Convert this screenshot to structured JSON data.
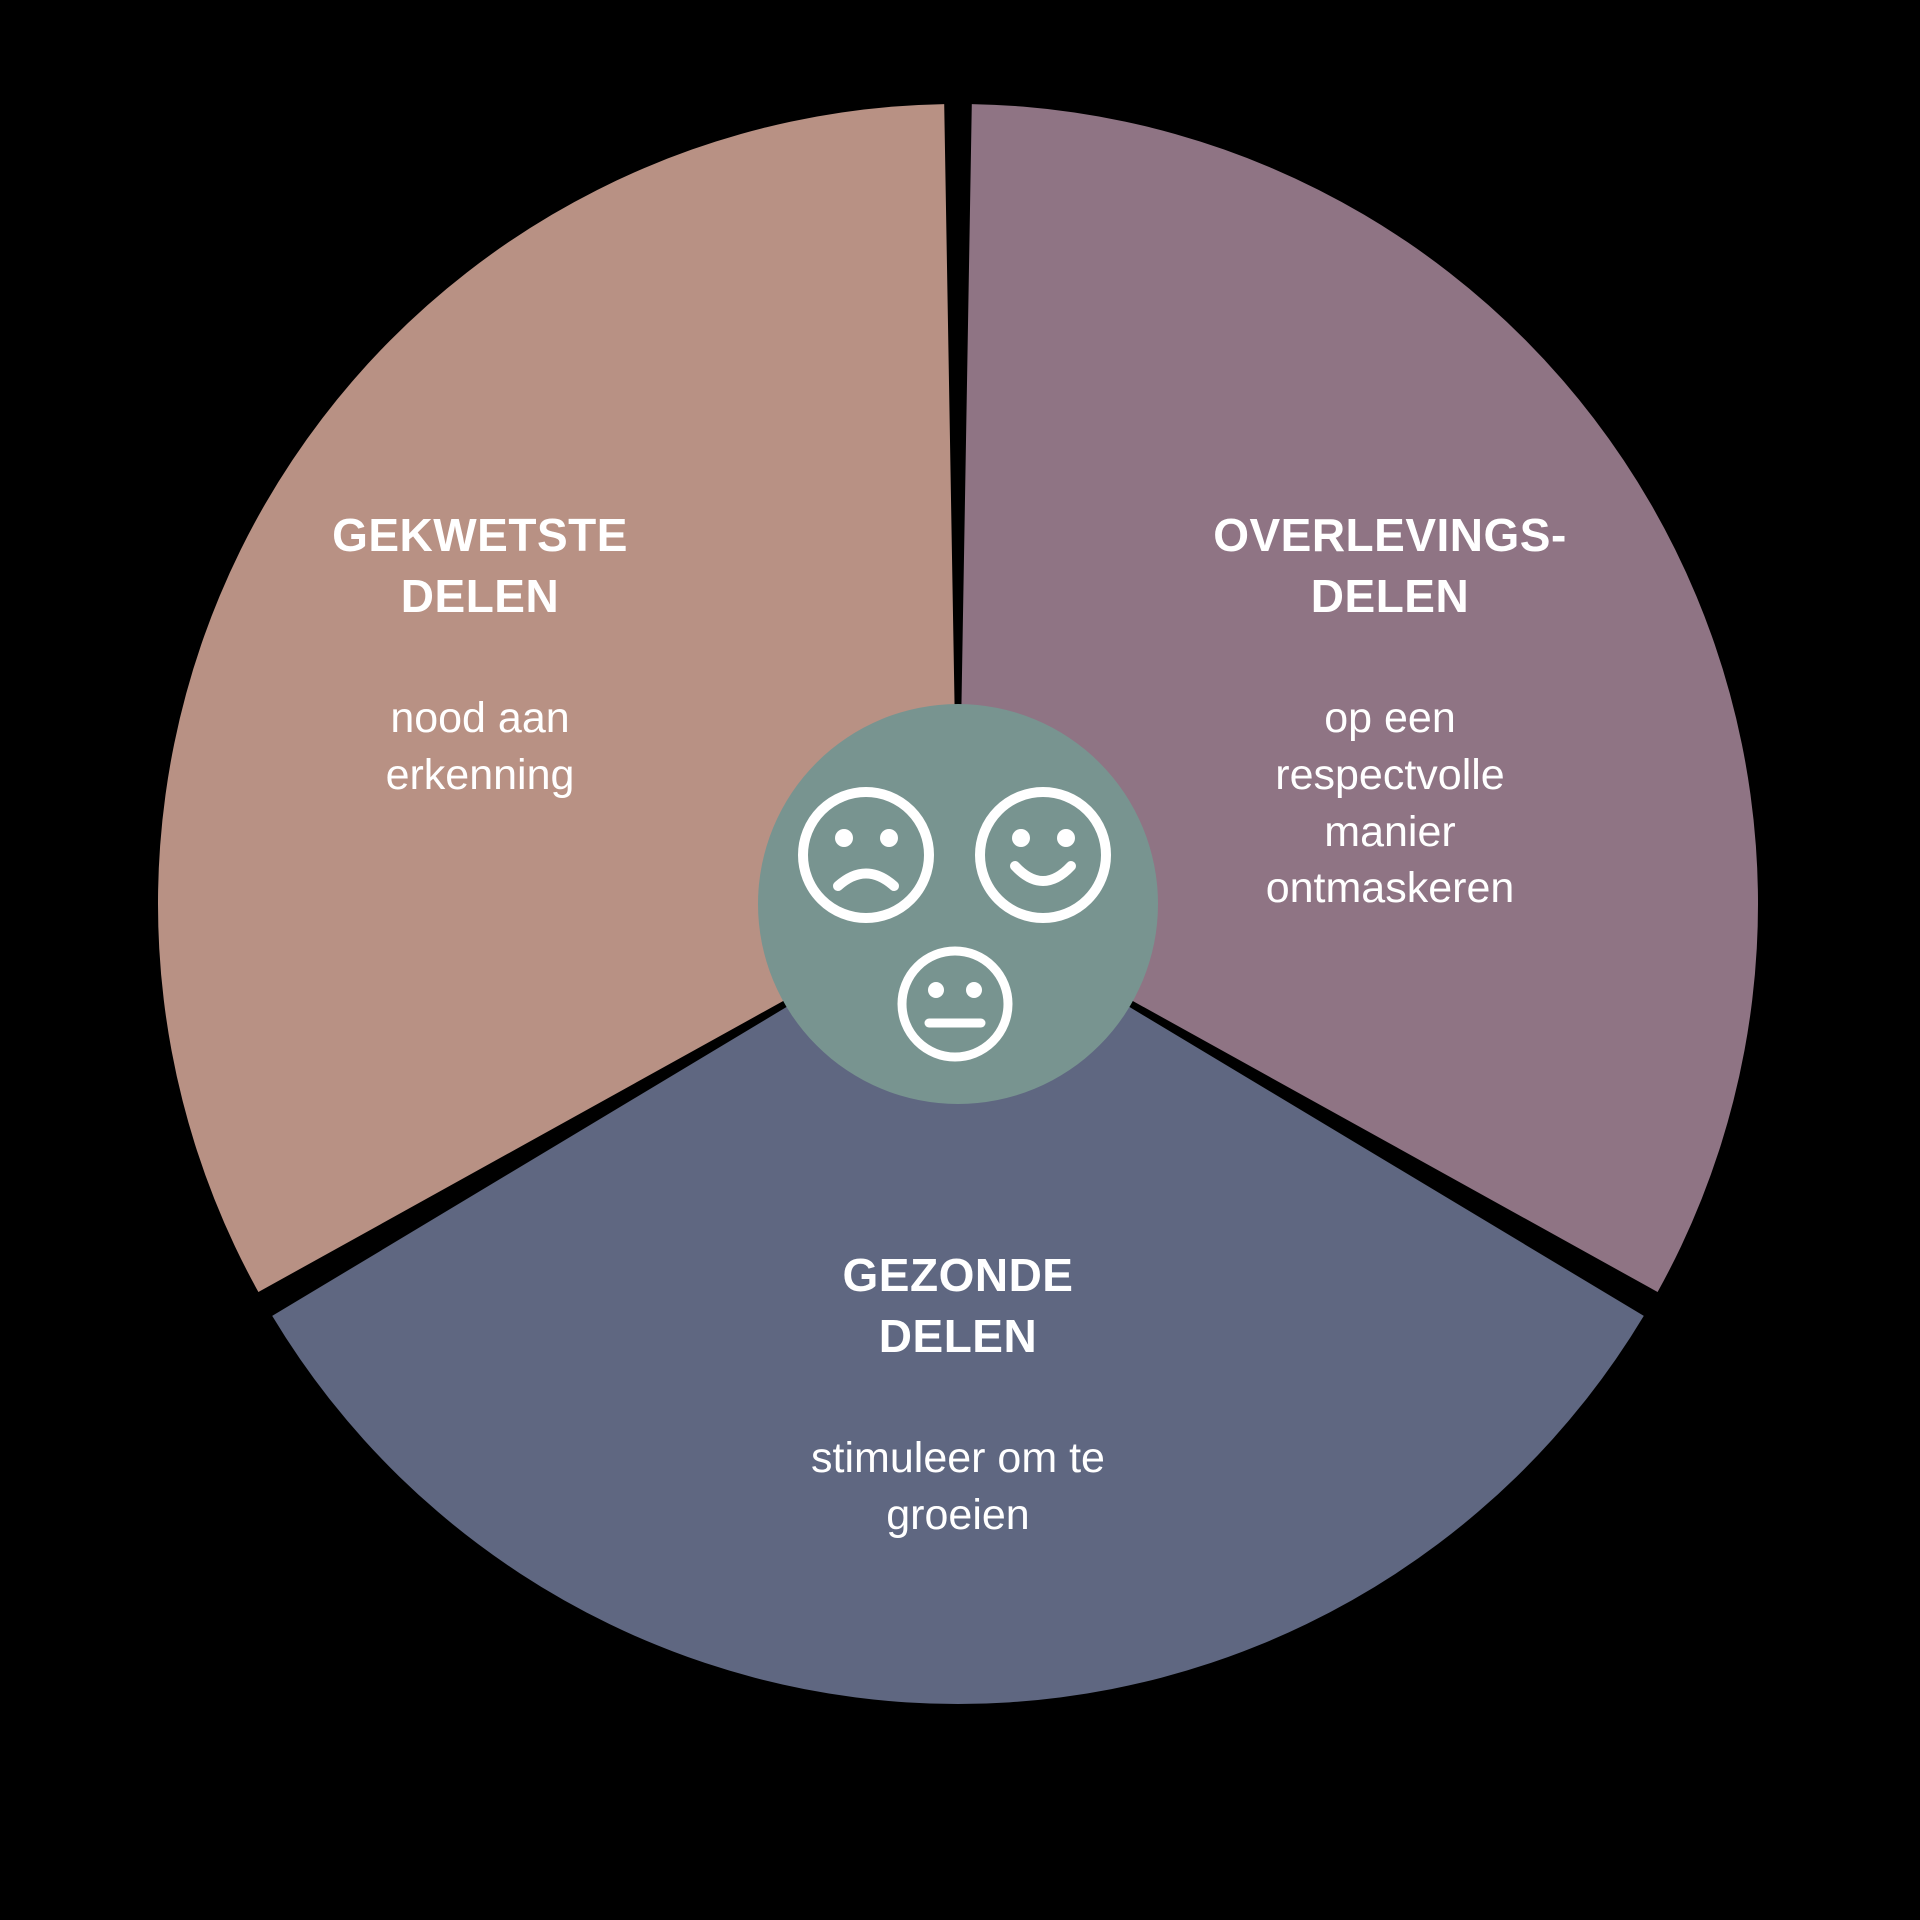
{
  "diagram": {
    "type": "three-segment-donut-wheel",
    "background_color": "#000000",
    "center": {
      "label": "center-circle",
      "color": "#789490",
      "icons": [
        {
          "name": "sad-face-icon",
          "expression": "sad"
        },
        {
          "name": "happy-face-icon",
          "expression": "happy"
        },
        {
          "name": "neutral-face-icon",
          "expression": "neutral"
        }
      ]
    },
    "segments": [
      {
        "key": "gekwetste",
        "title": "GEKWETSTE\nDELEN",
        "subtitle": "nood aan\nerkenning",
        "color": "#b89184",
        "position": "left",
        "start_angle_deg": -90,
        "end_angle_deg": -210
      },
      {
        "key": "overlevings",
        "title": "OVERLEVINGS-\nDELEN",
        "subtitle": "op een\nrespectvolle\nmanier\nontmaskeren",
        "color": "#8f7484",
        "position": "right",
        "start_angle_deg": -90,
        "end_angle_deg": 30
      },
      {
        "key": "gezonde",
        "title": "GEZONDE\nDELEN",
        "subtitle": "stimuleer om te\ngroeien",
        "color": "#5f6781",
        "position": "bottom",
        "start_angle_deg": 30,
        "end_angle_deg": 150
      }
    ]
  }
}
